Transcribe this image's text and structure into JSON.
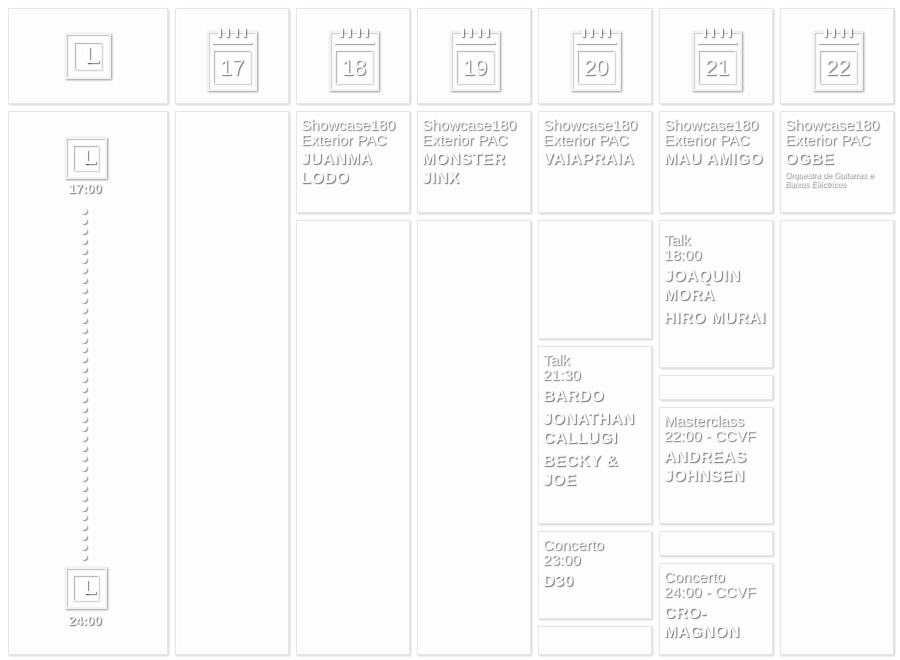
{
  "time_column": {
    "start": "17:00",
    "end": "24:00"
  },
  "days": [
    {
      "num": "17"
    },
    {
      "num": "18"
    },
    {
      "num": "19"
    },
    {
      "num": "20"
    },
    {
      "num": "21"
    },
    {
      "num": "22"
    }
  ],
  "events": {
    "d18_showcase": {
      "line1": "Showcase180",
      "line2": "Exterior PAC",
      "artist": "JUANMA LODO"
    },
    "d19_showcase": {
      "line1": "Showcase180",
      "line2": "Exterior PAC",
      "artist": "MONSTER JINX"
    },
    "d20_showcase": {
      "line1": "Showcase180",
      "line2": "Exterior PAC",
      "artist": "VAIAPRAIA"
    },
    "d21_showcase": {
      "line1": "Showcase180",
      "line2": "Exterior PAC",
      "artist": "MAU AMIGO"
    },
    "d22_showcase": {
      "line1": "Showcase180",
      "line2": "Exterior PAC",
      "artist": "OGBE",
      "note": "Orquestra de Guitarras e Baixos Eléctricos"
    },
    "d21_talk": {
      "line1": "Talk",
      "line2": "18:00",
      "artist1": "JOAQUIN MORA",
      "artist2": "HIRO MURAI"
    },
    "d20_talk": {
      "line1": "Talk",
      "line2": "21:30",
      "artist1": "BARDO",
      "artist2": "JONATHAN CALLUGI",
      "artist3": "BECKY & JOE"
    },
    "d21_masterclass": {
      "line1": "Masterclass",
      "line2": "22:00 - CCVF",
      "artist": "ANDREAS JOHNSEN"
    },
    "d20_concerto": {
      "line1": "Concerto",
      "line2": "23:00",
      "artist": "D30"
    },
    "d21_concerto": {
      "line1": "Concerto",
      "line2": "24:00 - CCVF",
      "artist": "CRO-MAGNON"
    }
  }
}
